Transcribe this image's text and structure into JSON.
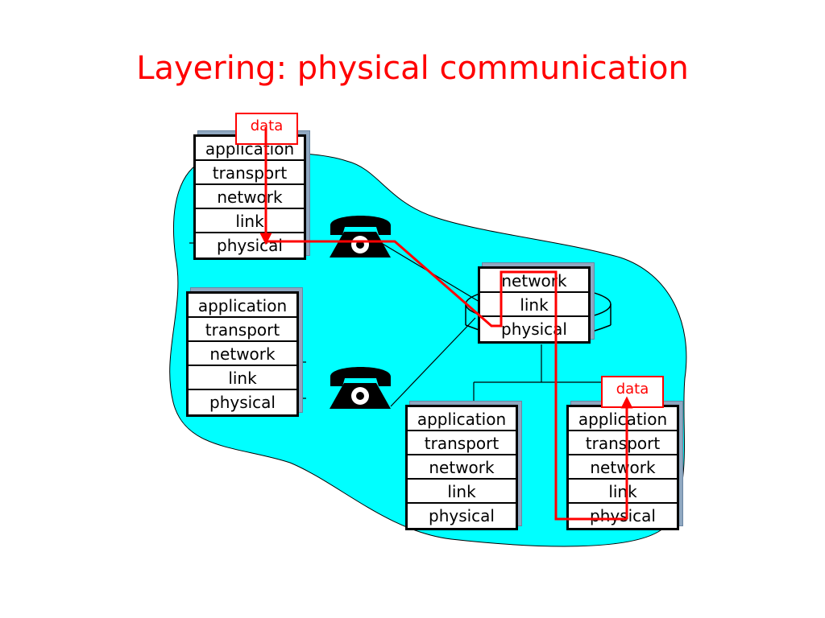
{
  "title": "Layering: physical communication",
  "data_label": "data",
  "stacks": {
    "host_top": [
      "application",
      "transport",
      "network",
      "link",
      "physical"
    ],
    "host_left": [
      "application",
      "transport",
      "network",
      "link",
      "physical"
    ],
    "router": [
      "network",
      "link",
      "physical"
    ],
    "host_bottom_mid": [
      "application",
      "transport",
      "network",
      "link",
      "physical"
    ],
    "host_bottom_right": [
      "application",
      "transport",
      "network",
      "link",
      "physical"
    ]
  },
  "colors": {
    "cloud": "#00ffff",
    "path": "#ff0000",
    "title": "#ff0000"
  },
  "icons": [
    "telephone-icon",
    "telephone-icon"
  ]
}
